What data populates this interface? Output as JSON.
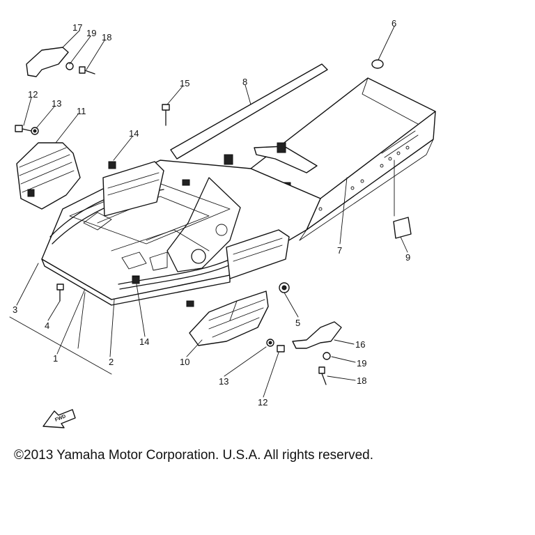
{
  "callouts": [
    "1",
    "2",
    "3",
    "4",
    "5",
    "6",
    "7",
    "8",
    "9",
    "10",
    "11",
    "12",
    "13",
    "14",
    "15",
    "16",
    "17",
    "18",
    "19"
  ],
  "fwd_label": "FWD",
  "copyright": "©2013 Yamaha Motor Corporation. U.S.A. All rights reserved."
}
